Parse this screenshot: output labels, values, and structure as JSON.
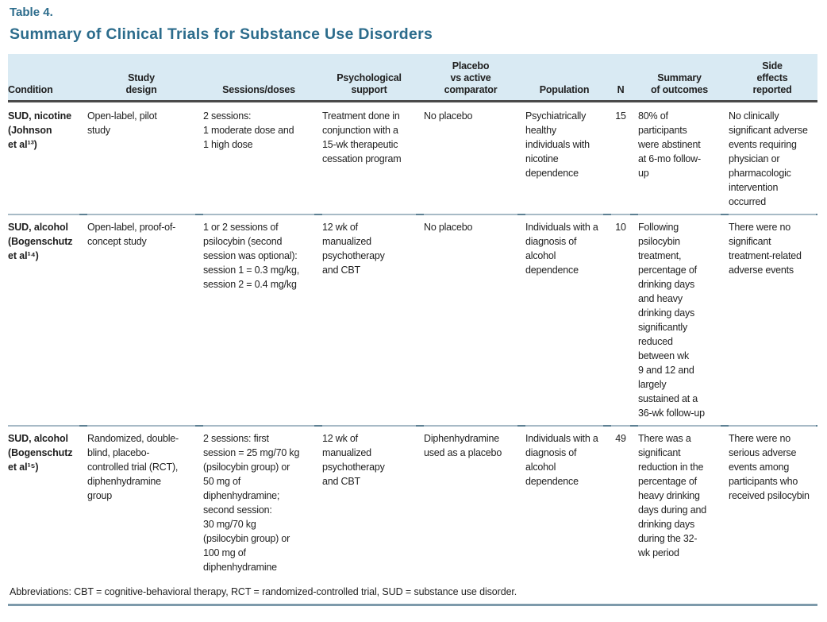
{
  "page": {
    "table_label": "Table 4.",
    "title": "Summary of Clinical Trials for Substance Use Disorders"
  },
  "table": {
    "columns": [
      "Condition",
      "Study\ndesign",
      "Sessions/doses",
      "Psychological\nsupport",
      "Placebo\nvs active\ncomparator",
      "Population",
      "N",
      "Summary\nof outcomes",
      "Side\neffects\nreported"
    ],
    "rows": [
      {
        "condition": "SUD, nicotine\n(Johnson\net al¹³)",
        "study_design": "Open-label, pilot\nstudy",
        "sessions_doses": "2 sessions:\n1 moderate dose and\n1 high dose",
        "psychological_support": "Treatment done in\nconjunction with a\n15-wk therapeutic\ncessation program",
        "placebo_comparator": "No placebo",
        "population": "Psychiatrically\nhealthy\nindividuals with\nnicotine\ndependence",
        "n": "15",
        "summary_of_outcomes": "80% of\nparticipants\nwere abstinent\nat 6-mo follow-\nup",
        "side_effects": "No clinically\nsignificant adverse\nevents requiring\nphysician or\npharmacologic\nintervention\noccurred"
      },
      {
        "condition": "SUD, alcohol\n(Bogenschutz\net al¹⁴)",
        "study_design": "Open-label, proof-of-\nconcept study",
        "sessions_doses": "1 or 2 sessions of\npsilocybin (second\nsession was optional):\nsession 1 = 0.3 mg/kg,\nsession 2 = 0.4 mg/kg",
        "psychological_support": "12 wk of\nmanualized\npsychotherapy\nand CBT",
        "placebo_comparator": "No placebo",
        "population": "Individuals with a\ndiagnosis of\nalcohol\ndependence",
        "n": "10",
        "summary_of_outcomes": "Following\npsilocybin\ntreatment,\npercentage of\ndrinking days\nand heavy\ndrinking days\nsignificantly\nreduced\nbetween wk\n9 and 12 and\nlargely\nsustained at a\n36-wk follow-up",
        "side_effects": "There were no\nsignificant\ntreatment-related\nadverse events"
      },
      {
        "condition": "SUD, alcohol\n(Bogenschutz\net al¹⁵)",
        "study_design": "Randomized, double-\nblind, placebo-\ncontrolled trial (RCT),\ndiphenhydramine\ngroup",
        "sessions_doses": "2 sessions: first\nsession = 25 mg/70 kg\n(psilocybin group) or\n50 mg of\ndiphenhydramine;\nsecond session:\n30 mg/70 kg\n(psilocybin group) or\n100 mg of\ndiphenhydramine",
        "psychological_support": "12 wk of\nmanualized\npsychotherapy\nand CBT",
        "placebo_comparator": "Diphenhydramine\nused as a placebo",
        "population": "Individuals with a\ndiagnosis of\nalcohol\ndependence",
        "n": "49",
        "summary_of_outcomes": "There was a\nsignificant\nreduction in the\npercentage of\nheavy drinking\ndays during and\ndrinking days\nduring the 32-\nwk period",
        "side_effects": "There were no\nserious adverse\nevents among\nparticipants who\nreceived psilocybin"
      }
    ]
  },
  "footnote": {
    "abbreviations": "Abbreviations: CBT = cognitive-behavioral therapy, RCT = randomized-controlled trial, SUD = substance use disorder."
  },
  "colors": {
    "accent_teal": "#2c6c8c",
    "header_bg": "#d9eaf3",
    "header_rule": "#4a4a4a",
    "sep_light": "#a7bac6",
    "sep_teal": "#5d8093",
    "bottom_rule": "#7d9aab",
    "text": "#1f1f1f"
  }
}
